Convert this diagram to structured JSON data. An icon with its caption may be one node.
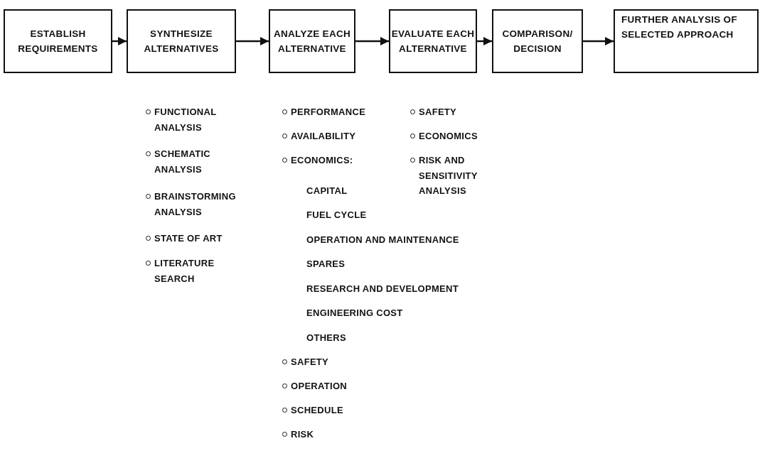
{
  "diagram": {
    "nodes": [
      {
        "text": [
          "ESTABLISH REQUIREMENTS"
        ]
      },
      {
        "text": [
          "SYNTHESIZE ALTERNATIVES"
        ]
      },
      {
        "text": [
          "ANALYZE EACH ALTERNATIVE"
        ]
      },
      {
        "text": [
          "EVALUATE EACH ALTERNATIVE"
        ]
      },
      {
        "text": [
          "COMPARISON/ DECISION"
        ]
      },
      {
        "text": [
          "FURTHER ANALYSIS OF SELECTED APPROACH"
        ]
      }
    ],
    "edges": [
      {
        "from": 0,
        "to": 1,
        "arrow": "to"
      },
      {
        "from": 1,
        "to": 2,
        "arrow": "to"
      },
      {
        "from": 2,
        "to": 3,
        "arrow": "to"
      },
      {
        "from": 3,
        "to": 4,
        "arrow": "to"
      },
      {
        "from": 4,
        "to": 5,
        "arrow": "to"
      }
    ],
    "labels": [
      "FUNCTIONAL ANALYSIS",
      "PERFORMANCE",
      "SAFETY",
      "AVAILABILITY",
      "ECONOMICS",
      "SCHEMATIC ANALYSIS",
      "ECONOMICS:",
      "RISK AND SENSITIVITY ANALYSIS",
      "CAPITAL",
      "BRAINSTORMING ANALYSIS",
      "FUEL CYCLE",
      "STATE OF ART",
      "OPERATION AND MAINTENANCE",
      "LITERATURE SEARCH",
      "SPARES",
      "RESEARCH AND DEVELOPMENT",
      "ENGINEERING COST",
      "OTHERS",
      "SAFETY",
      "OPERATION",
      "SCHEDULE",
      "RISK"
    ]
  }
}
